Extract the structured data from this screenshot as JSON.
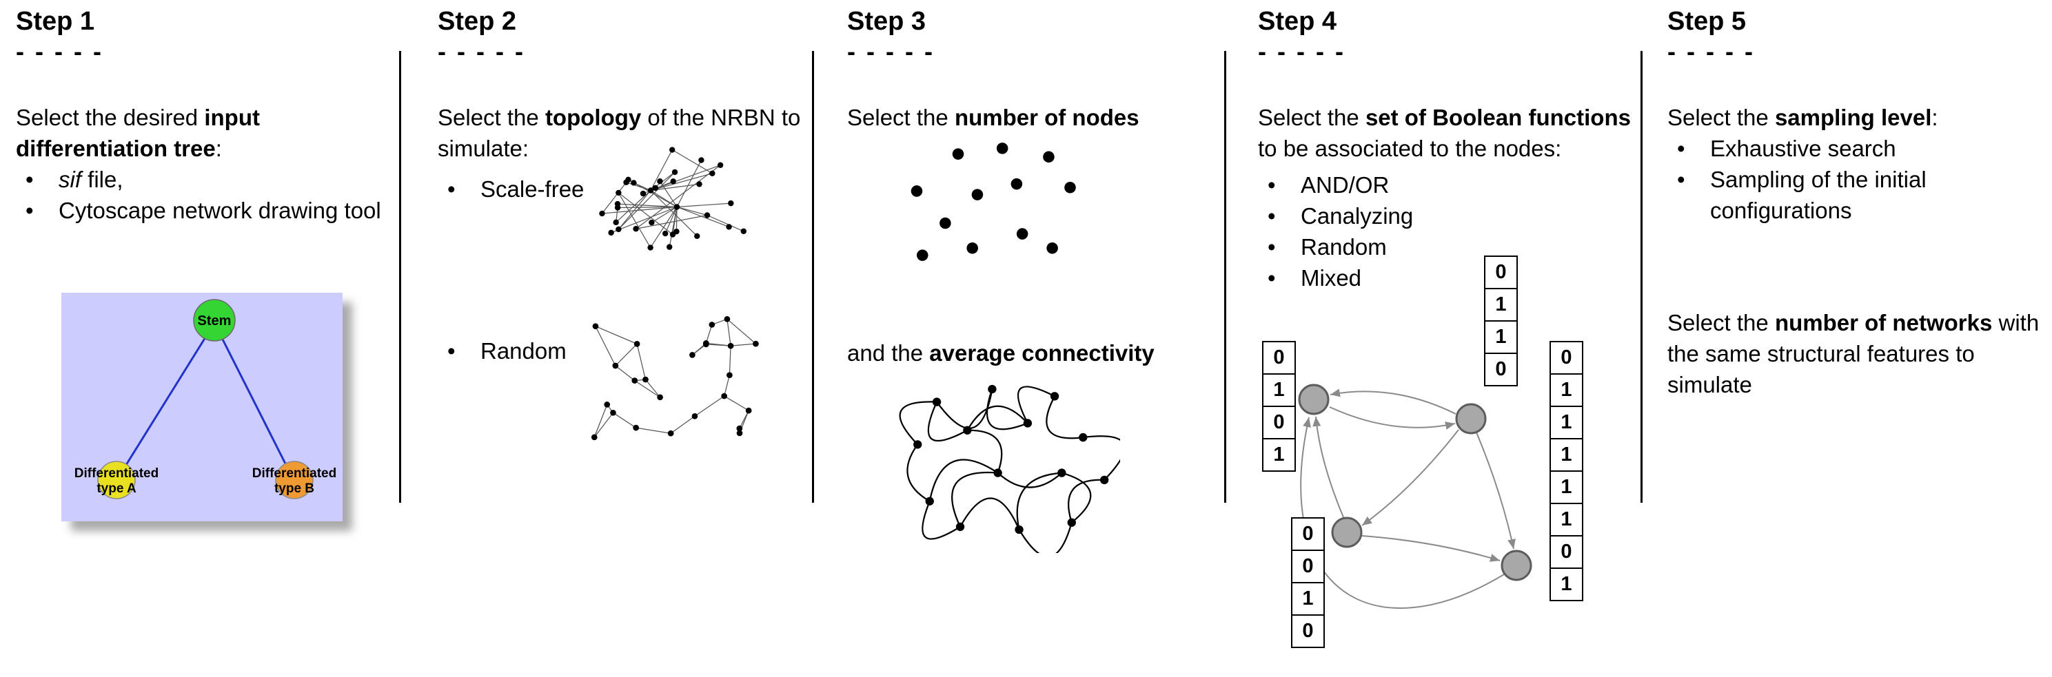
{
  "steps": {
    "step1": {
      "title": "Step 1",
      "rule": "- - - - -",
      "intro": {
        "pre": "Select the desired ",
        "bold": "input differentiation tree",
        "post": ":"
      },
      "bullets": {
        "b1_italic": "sif",
        "b1_rest": " file,",
        "b2": "Cytoscape network drawing tool"
      },
      "tree": {
        "stem": "Stem",
        "type_a_line1": "Differentiated",
        "type_a_line2": "type A",
        "type_b_line1": "Differentiated",
        "type_b_line2": "type B"
      }
    },
    "step2": {
      "title": "Step 2",
      "rule": "- - - - -",
      "intro": {
        "pre": "Select the ",
        "bold": "topology",
        "post": " of the NRBN to simulate:"
      },
      "bullets": {
        "b1": "Scale-free",
        "b2": "Random"
      }
    },
    "step3": {
      "title": "Step 3",
      "rule": "- - - - -",
      "line1": {
        "pre": "Select the ",
        "bold": "number of nodes"
      },
      "line2": {
        "pre": "and the ",
        "bold": "average connectivity"
      }
    },
    "step4": {
      "title": "Step 4",
      "rule": "- - - - -",
      "intro": {
        "pre": "Select the ",
        "bold": "set of Boolean functions",
        "post": " to be associated to the nodes:"
      },
      "bullets": {
        "b1": "AND/OR",
        "b2": "Canalyzing",
        "b3": "Random",
        "b4": "Mixed"
      },
      "tables": {
        "left": [
          "0",
          "1",
          "0",
          "1"
        ],
        "top": [
          "0",
          "1",
          "1",
          "0"
        ],
        "bottom": [
          "0",
          "0",
          "1",
          "0"
        ],
        "right": [
          "0",
          "1",
          "1",
          "1",
          "1",
          "1",
          "0",
          "1"
        ]
      }
    },
    "step5": {
      "title": "Step 5",
      "rule": "- - - - -",
      "intro": {
        "pre": "Select the ",
        "bold": "sampling level",
        "post": ":"
      },
      "bullets": {
        "b1": "Exhaustive search",
        "b2": "Sampling of the initial configurations"
      },
      "para2": {
        "pre": "Select the ",
        "bold": "number of networks",
        "post": " with the same structural features to simulate"
      }
    }
  },
  "colors": {
    "tree_bg": "#ccccfe",
    "stem_green": "#33d633",
    "type_a_yellow": "#e8e020",
    "type_b_orange": "#f09a33",
    "tree_edge_blue": "#2233cc",
    "node_gray": "#a8a8a8",
    "flow_gray": "#8a8a8a"
  }
}
